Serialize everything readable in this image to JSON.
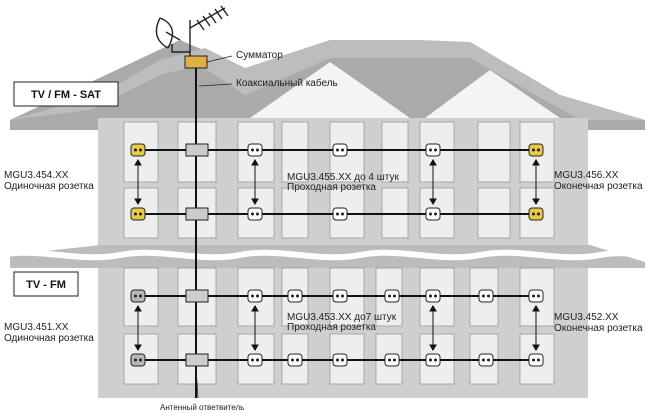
{
  "labels": {
    "combiner": "Сумматор",
    "coax": "Коаксиальный кабель",
    "antenna_tap": "Антенный ответвитель"
  },
  "sections": {
    "top": {
      "title": "TV / FM - SAT",
      "single_code": "MGU3.454.XX",
      "single_name": "Одиночная розетка",
      "through_code": "MGU3.455.XX до 4 штук",
      "through_name": "Проходная розетка",
      "end_code": "MGU3.456.XX",
      "end_name": "Оконечная розетка"
    },
    "bottom": {
      "title": "TV - FM",
      "single_code": "MGU3.451.XX",
      "single_name": "Одиночная розетка",
      "through_code": "MGU3.453.XX до7 штук",
      "through_name": "Проходная розетка",
      "end_code": "MGU3.452.XX",
      "end_name": "Оконечная розетка"
    }
  },
  "colors": {
    "building": "#c8c8c8",
    "roof": "#a9a9a9",
    "window": "#e6e6e6",
    "sat_socket": "#e8c84a",
    "tv_socket": "#b8b8b8",
    "combiner": "#e0b040"
  }
}
